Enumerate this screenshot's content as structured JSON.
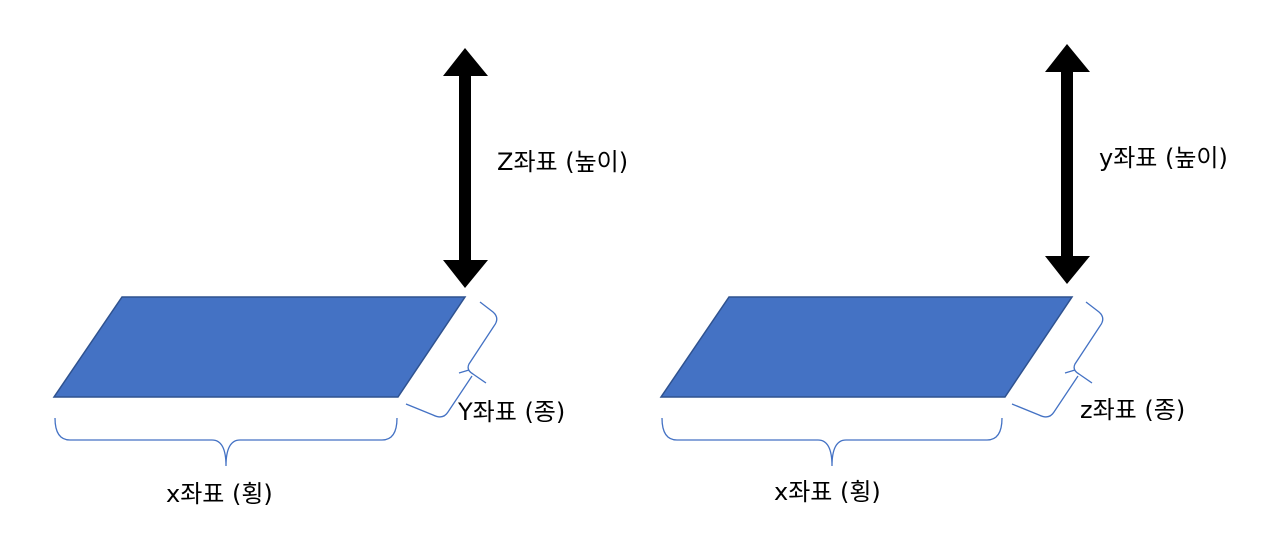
{
  "colors": {
    "plane_fill": "#4472c4",
    "plane_stroke": "#2f528f",
    "brace": "#4472c4",
    "arrow": "#000000",
    "background": "#ffffff"
  },
  "diagrams": [
    {
      "height_label": "Z좌표 (높이)",
      "depth_label": "Y좌표 (종)",
      "width_label": "x좌표 (횡)"
    },
    {
      "height_label": "y좌표 (높이)",
      "depth_label": "z좌표 (종)",
      "width_label": "x좌표 (횡)"
    }
  ]
}
